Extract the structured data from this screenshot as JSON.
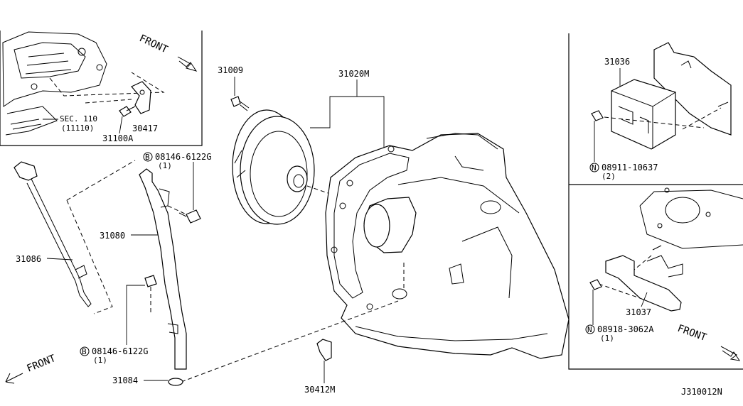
{
  "diagram_code": "J310012N",
  "front_labels": [
    "FRONT",
    "FRONT",
    "FRONT"
  ],
  "parts": {
    "torque_converter": "31020M",
    "bolt_top": "31009",
    "dipstick": "31086",
    "tube": "31080",
    "oring": "31084",
    "clip": "30412M",
    "bracket_inset": "30417",
    "bolt_inset": "31100A",
    "controller": "31036",
    "sensor": "31037"
  },
  "refs": {
    "sec": "SEC. 110",
    "sec_sub": "(11110)",
    "bolt_a_prefix": "B",
    "bolt_a": "08146-6122G",
    "bolt_a_qty": "(1)",
    "bolt_b_prefix": "B",
    "bolt_b": "08146-6122G",
    "bolt_b_qty": "(1)",
    "nut_a_prefix": "N",
    "nut_a": "08911-10637",
    "nut_a_qty": "(2)",
    "nut_b_prefix": "N",
    "nut_b": "08918-3062A",
    "nut_b_qty": "(1)"
  }
}
